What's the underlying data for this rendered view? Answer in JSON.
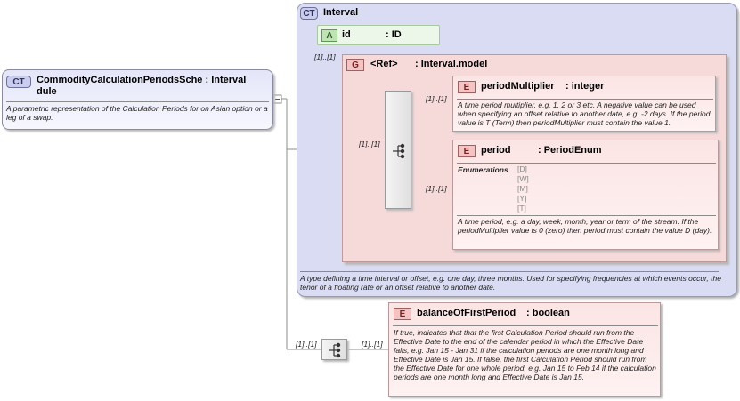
{
  "root": {
    "badge": "CT",
    "name": "CommodityCalculationPeriodsSche : Interval",
    "name_line2": "dule",
    "description": "A parametric representation of the Calculation Periods for on Asian option or a leg of a swap."
  },
  "interval": {
    "badge": "CT",
    "name": "Interval",
    "description": "A type defining a time interval or offset, e.g. one day, three months. Used for specifying frequencies at which events occur, the tenor of a floating rate or an offset relative to another date."
  },
  "attribute_id": {
    "badge": "A",
    "name": "id",
    "type": ": ID"
  },
  "group_ref": {
    "badge": "G",
    "name": "<Ref>",
    "type": ": Interval.model",
    "cardinality": "[1]..[1]"
  },
  "period_multiplier": {
    "badge": "E",
    "name": "periodMultiplier",
    "type": ": integer",
    "cardinality": "[1]..[1]",
    "description": "A time period multiplier, e.g. 1, 2 or 3 etc. A negative value can be used when specifying an offset relative to another date, e.g. -2 days. If the period value is T (Term) then periodMultiplier must contain the value 1."
  },
  "period": {
    "badge": "E",
    "name": "period",
    "type": ": PeriodEnum",
    "cardinality": "[1]..[1]",
    "enumerations_label": "Enumerations",
    "enumerations": [
      "[D]",
      "[W]",
      "[M]",
      "[Y]",
      "[T]"
    ],
    "description": "A time period, e.g. a day, week, month, year or term of the stream. If the periodMultiplier value is 0 (zero) then period must contain the value D (day)."
  },
  "sequence_inner": {
    "cardinality": "[1]..[1]"
  },
  "sequence_outer": {
    "cardinality_in": "[1]..[1]",
    "cardinality_out": "[1]..[1]"
  },
  "balance": {
    "badge": "E",
    "name": "balanceOfFirstPeriod",
    "type": ": boolean",
    "description": "If true, indicates that that the first Calculation Period should run from the Effective Date to the end of the calendar period in which the Effective Date falls, e.g. Jan 15 - Jan 31 if the calculation periods are one month long and Effective Date is Jan 15. If false, the first Calculation Period should run from the Effective Date for one whole period, e.g. Jan 15 to Feb 14 if the calculation periods are one month long and Effective Date is Jan 15."
  },
  "colors": {
    "complex_type_bg": "#d9dcf3",
    "group_bg": "#f6d9d9",
    "element_bg": "#fbe4e4",
    "attribute_bg": "#edf7e9"
  }
}
